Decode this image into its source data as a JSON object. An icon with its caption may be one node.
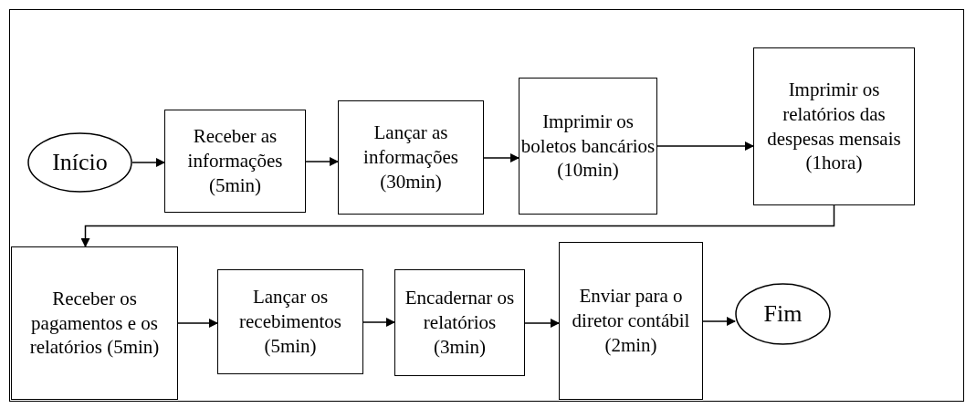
{
  "diagram": {
    "nodes": [
      {
        "text": [
          "Início"
        ]
      },
      {
        "text": [
          "Receber as informações (5min)"
        ]
      },
      {
        "text": [
          "Lançar as informações (30min)"
        ]
      },
      {
        "text": [
          "Imprimir os boletos bancários (10min)"
        ]
      },
      {
        "text": [
          "Imprimir os relatórios das despesas mensais (1hora)"
        ]
      },
      {
        "text": [
          "Receber os pagamentos e os relatórios (5min)"
        ]
      },
      {
        "text": [
          "Lançar os recebimentos (5min)"
        ]
      },
      {
        "text": [
          "Encadernar os relatórios (3min)"
        ]
      },
      {
        "text": [
          "Enviar para o diretor contábil (2min)"
        ]
      },
      {
        "text": [
          "Fim"
        ]
      }
    ],
    "edges": [
      {
        "from": 0,
        "to": 1,
        "arrow": "to"
      },
      {
        "from": 1,
        "to": 2,
        "arrow": "to"
      },
      {
        "from": 2,
        "to": 3,
        "arrow": "to"
      },
      {
        "from": 3,
        "to": 4,
        "arrow": "to"
      },
      {
        "from": 4,
        "to": 5,
        "arrow": "to"
      },
      {
        "from": 5,
        "to": 6,
        "arrow": "to"
      },
      {
        "from": 6,
        "to": 7,
        "arrow": "to"
      },
      {
        "from": 7,
        "to": 8,
        "arrow": "to"
      },
      {
        "from": 8,
        "to": 9,
        "arrow": "to"
      }
    ]
  }
}
